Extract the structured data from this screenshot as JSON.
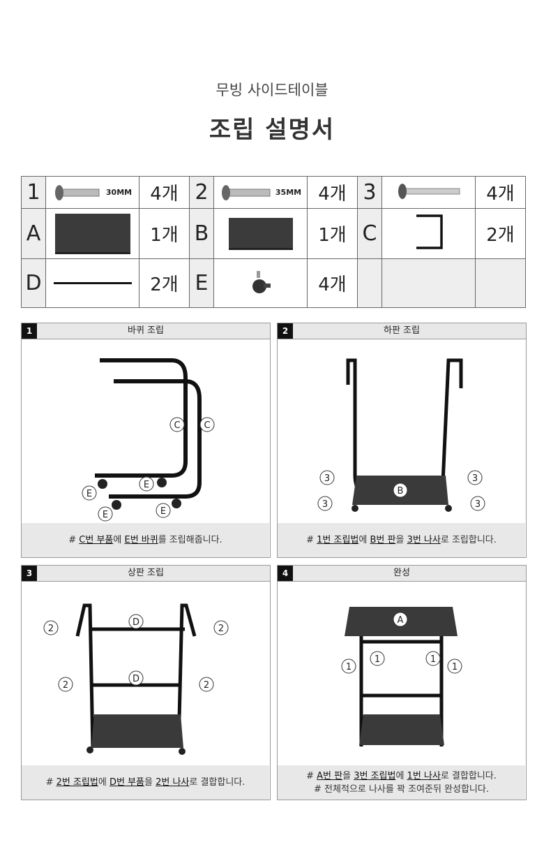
{
  "header": {
    "subtitle": "무빙 사이드테이블",
    "title": "조립 설명서"
  },
  "parts": {
    "row1": [
      {
        "key": "1",
        "size": "30MM",
        "qty": "4개"
      },
      {
        "key": "2",
        "size": "35MM",
        "qty": "4개"
      },
      {
        "key": "3",
        "qty": "4개"
      }
    ],
    "row2": [
      {
        "key": "A",
        "qty": "1개"
      },
      {
        "key": "B",
        "qty": "1개"
      },
      {
        "key": "C",
        "qty": "2개"
      }
    ],
    "row3": [
      {
        "key": "D",
        "qty": "2개"
      },
      {
        "key": "E",
        "qty": "4개"
      }
    ]
  },
  "steps": [
    {
      "num": "1",
      "title": "바퀴 조립",
      "labels": {
        "c": "C",
        "e": "E"
      },
      "caption": [
        "# ",
        "C번 부품",
        "에 ",
        "E번 바퀴",
        "를 조립해줍니다."
      ]
    },
    {
      "num": "2",
      "title": "하판 조립",
      "labels": {
        "b": "B",
        "s": "3"
      },
      "caption": [
        "# ",
        "1번 조립법",
        "에 ",
        "B번 판",
        "을 ",
        "3번 나사",
        "로 조립합니다."
      ]
    },
    {
      "num": "3",
      "title": "상판 조립",
      "labels": {
        "d": "D",
        "s": "2"
      },
      "caption": [
        "# ",
        "2번 조립법",
        "에 ",
        "D번 부품",
        "을 ",
        "2번 나사",
        "로 결합합니다."
      ]
    },
    {
      "num": "4",
      "title": "완성",
      "labels": {
        "a": "A",
        "s": "1"
      },
      "caption": [
        "# ",
        "A번 판",
        "을 ",
        "3번 조립법",
        "에 ",
        "1번 나사",
        "로 결합합니다."
      ],
      "caption2": "# 전체적으로 나사를 꽉 조여준뒤 완성합니다."
    }
  ]
}
